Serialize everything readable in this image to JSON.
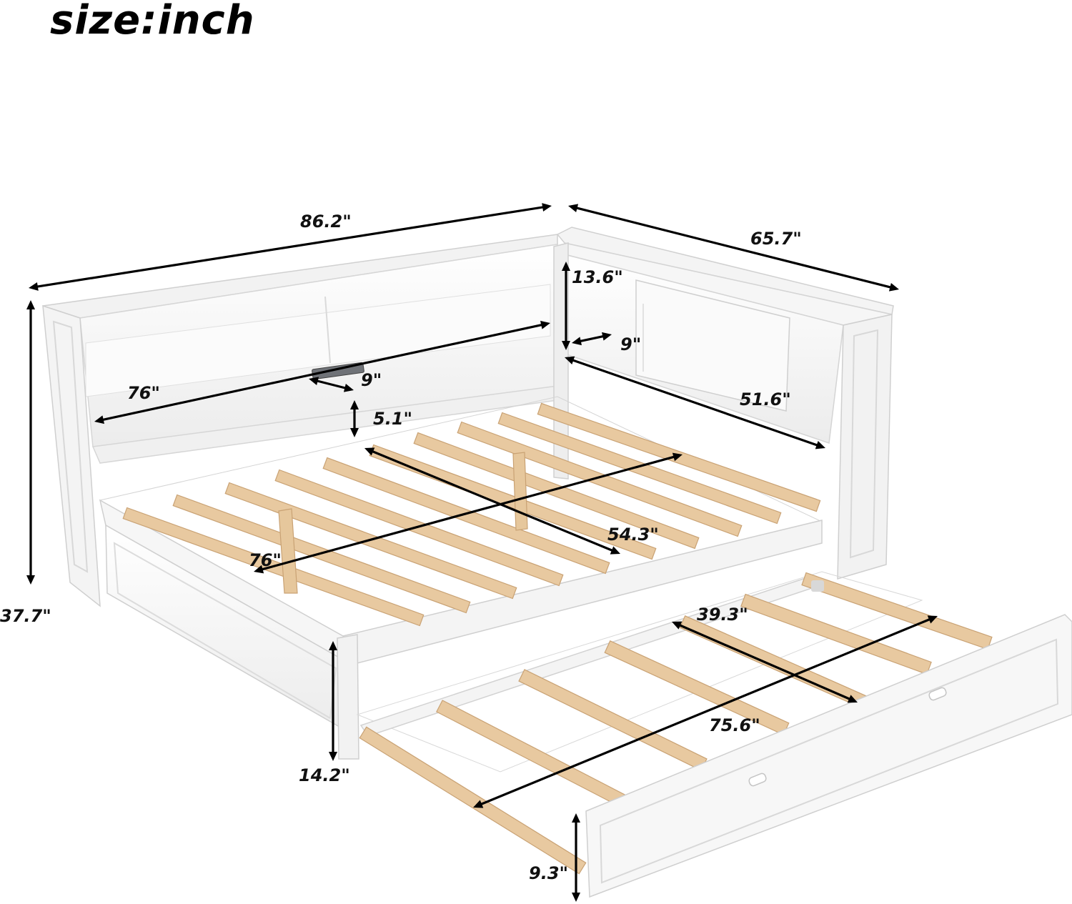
{
  "header": {
    "title": "size:inch"
  },
  "dimensions": [
    {
      "id": "overall-length",
      "label": "86.2\""
    },
    {
      "id": "overall-width",
      "label": "65.7\""
    },
    {
      "id": "total-height",
      "label": "37.7\""
    },
    {
      "id": "shelf-height",
      "label": "13.6\""
    },
    {
      "id": "side-shelf-depth",
      "label": "9\""
    },
    {
      "id": "back-shelf-depth",
      "label": "9\""
    },
    {
      "id": "back-shelf-length",
      "label": "76\""
    },
    {
      "id": "side-shelf-length",
      "label": "51.6\""
    },
    {
      "id": "shelf-gap",
      "label": "5.1\""
    },
    {
      "id": "mattress-width",
      "label": "54.3\""
    },
    {
      "id": "mattress-length",
      "label": "76\""
    },
    {
      "id": "trundle-width",
      "label": "39.3\""
    },
    {
      "id": "trundle-length",
      "label": "75.6\""
    },
    {
      "id": "bed-clearance",
      "label": "14.2\""
    },
    {
      "id": "trundle-height",
      "label": "9.3\""
    }
  ],
  "colors": {
    "wood": "#e8c9a0",
    "wood_edge": "#c9a274",
    "frame": "#f7f7f7",
    "frame_edge": "#cfcfcf",
    "arrow": "#000000"
  }
}
